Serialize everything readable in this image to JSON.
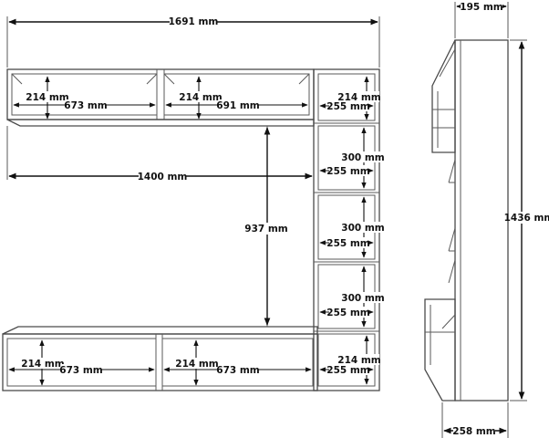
{
  "labels": {
    "total_width": "1691 mm",
    "top_left_h": "214 mm",
    "top_left_w": "673 mm",
    "top_mid_h": "214 mm",
    "top_mid_w": "691 mm",
    "right_top_h": "214 mm",
    "right_top_w": "255 mm",
    "right_1_h": "300 mm",
    "right_1_w": "255 mm",
    "right_2_h": "300 mm",
    "right_2_w": "255 mm",
    "right_3_h": "300 mm",
    "right_3_w": "255 mm",
    "right_bot_h": "214 mm",
    "right_bot_w": "255 mm",
    "upper_shelf_w": "1400 mm",
    "tv_gap_h": "937 mm",
    "bot_left_h": "214 mm",
    "bot_left_w": "673 mm",
    "bot_mid_h": "214 mm",
    "bot_mid_w": "673 mm",
    "side_top_depth": "195 mm",
    "side_height": "1436 mm",
    "side_bot_depth": "258 mm"
  },
  "colors": {
    "outline": "#4a4a4a",
    "dimension": "#111111",
    "background": "#ffffff"
  }
}
